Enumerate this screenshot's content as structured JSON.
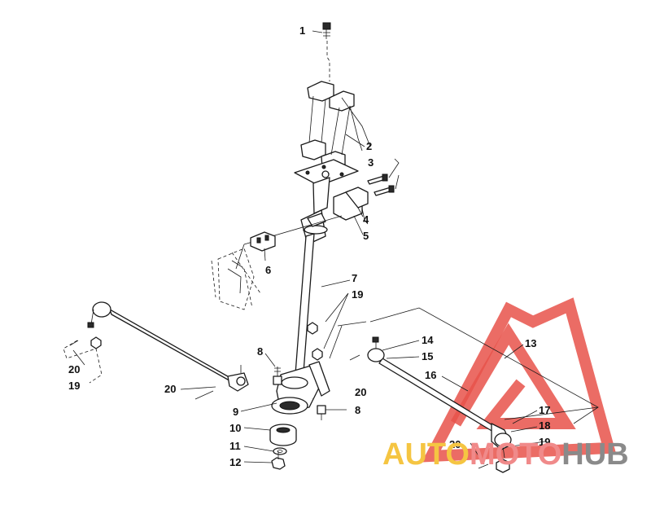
{
  "callouts": [
    {
      "id": "c1",
      "label": "1"
    },
    {
      "id": "c2",
      "label": "2"
    },
    {
      "id": "c3",
      "label": "3"
    },
    {
      "id": "c4",
      "label": "4"
    },
    {
      "id": "c5",
      "label": "5"
    },
    {
      "id": "c6",
      "label": "6"
    },
    {
      "id": "c7",
      "label": "7"
    },
    {
      "id": "c19a",
      "label": "19"
    },
    {
      "id": "c8a",
      "label": "8"
    },
    {
      "id": "c20a",
      "label": "20"
    },
    {
      "id": "c19b",
      "label": "19"
    },
    {
      "id": "c20b",
      "label": "20"
    },
    {
      "id": "c9",
      "label": "9"
    },
    {
      "id": "c10",
      "label": "10"
    },
    {
      "id": "c11",
      "label": "11"
    },
    {
      "id": "c12",
      "label": "12"
    },
    {
      "id": "c8b",
      "label": "8"
    },
    {
      "id": "c20c",
      "label": "20"
    },
    {
      "id": "c14",
      "label": "14"
    },
    {
      "id": "c15",
      "label": "15"
    },
    {
      "id": "c16",
      "label": "16"
    },
    {
      "id": "c13",
      "label": "13"
    },
    {
      "id": "c17",
      "label": "17"
    },
    {
      "id": "c18",
      "label": "18"
    },
    {
      "id": "c20d",
      "label": "20"
    },
    {
      "id": "c19c",
      "label": "19"
    }
  ],
  "watermark": {
    "part1": "AUTO",
    "part2": "MOTO",
    "part3": "HUB",
    "colors": {
      "auto": "#f5c542",
      "moto": "#f08a8a",
      "hub": "#8a8a8a",
      "logo": "#e8524a"
    }
  }
}
